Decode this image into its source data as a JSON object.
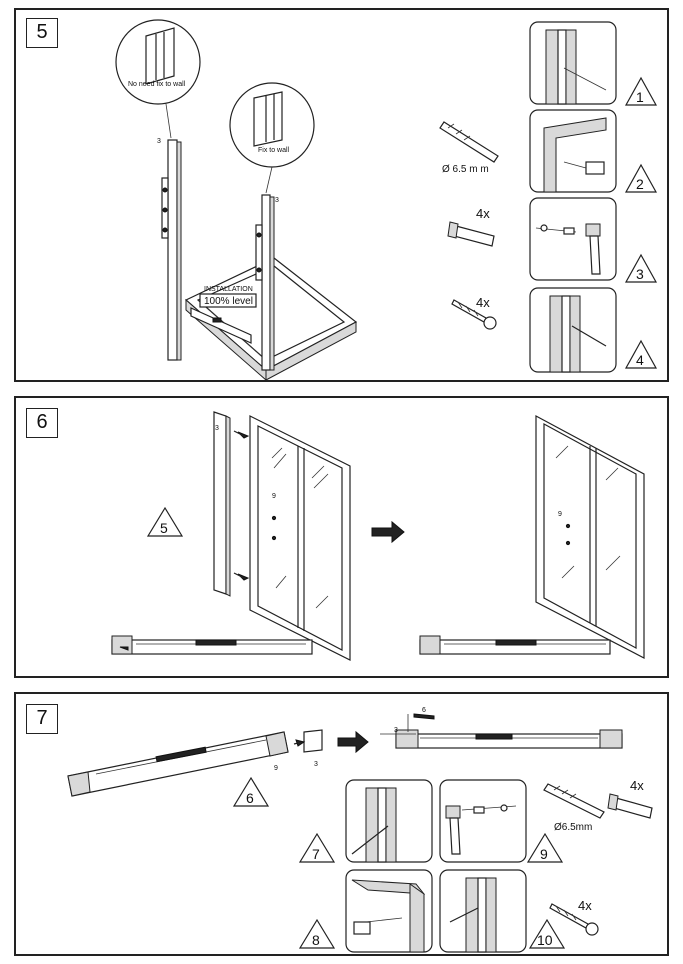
{
  "panels": {
    "p5": {
      "step": "5",
      "callout_left": "No need fix to wall",
      "callout_right": "Fix to wall",
      "installation_label": "INSTALLATION",
      "level_label": "100% level",
      "profile_label_left": "3",
      "profile_label_right": "3",
      "drill_label": "Ø 6.5 m m",
      "anchor_qty": "4x",
      "screw_qty": "4x",
      "substeps": [
        "1",
        "2",
        "3",
        "4"
      ]
    },
    "p6": {
      "step": "6",
      "profile_label": "3",
      "panel_label_left": "9",
      "panel_label_right": "9",
      "triangle": "5"
    },
    "p7": {
      "step": "7",
      "label_9": "9",
      "label_3": "3",
      "label_3b": "3",
      "label_6": "6",
      "triangle_6": "6",
      "drill_label": "Ø6.5mm",
      "anchor_qty": "4x",
      "screw_qty": "4x",
      "substeps": [
        "7",
        "8",
        "9",
        "10"
      ]
    }
  }
}
